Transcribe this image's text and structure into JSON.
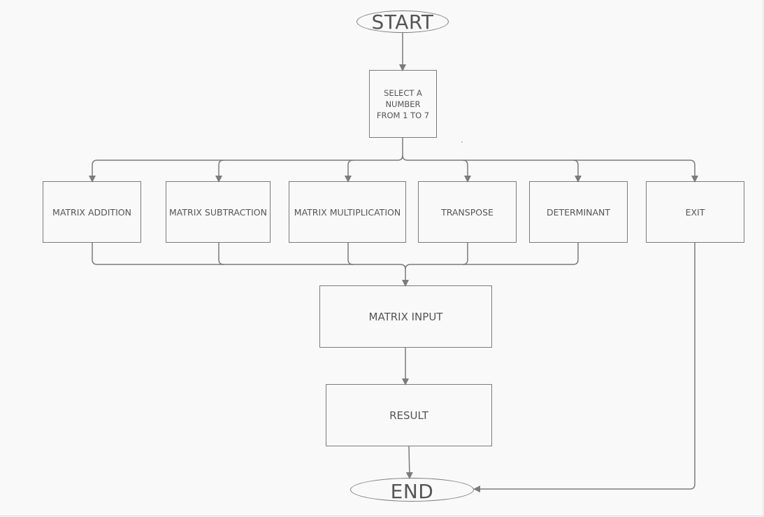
{
  "flowchart": {
    "start": "START",
    "select": {
      "line1": "SELECT A",
      "line2": "NUMBER",
      "line3": "FROM 1 TO 7"
    },
    "options": [
      "MATRIX ADDITION",
      "MATRIX SUBTRACTION",
      "MATRIX MULTIPLICATION",
      "TRANSPOSE",
      "DETERMINANT",
      "EXIT"
    ],
    "matrix_input": "MATRIX INPUT",
    "result": "RESULT",
    "end": "END"
  },
  "colors": {
    "background": "#f9f9f9",
    "stroke": "#7b7b7b",
    "text": "#555555"
  }
}
